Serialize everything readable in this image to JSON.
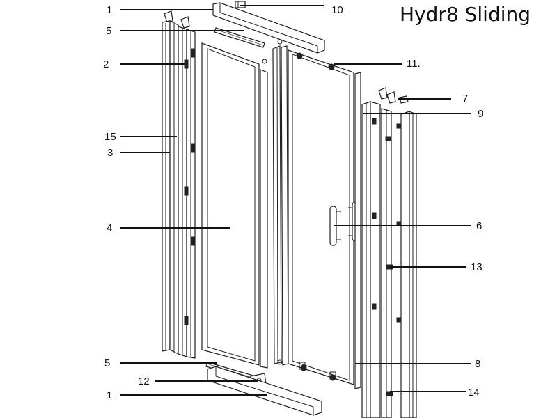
{
  "title": "Hydr8 Sliding",
  "labels": {
    "l1_top": "1",
    "l10": "10",
    "l5_top": "5",
    "l2": "2",
    "l11": "11.",
    "l7": "7",
    "l9": "9",
    "l15": "15",
    "l3": "3",
    "l4": "4",
    "l6": "6",
    "l13": "13",
    "l5_bottom": "5",
    "l8": "8",
    "l12": "12",
    "l14": "14",
    "l1_bottom": "1"
  }
}
